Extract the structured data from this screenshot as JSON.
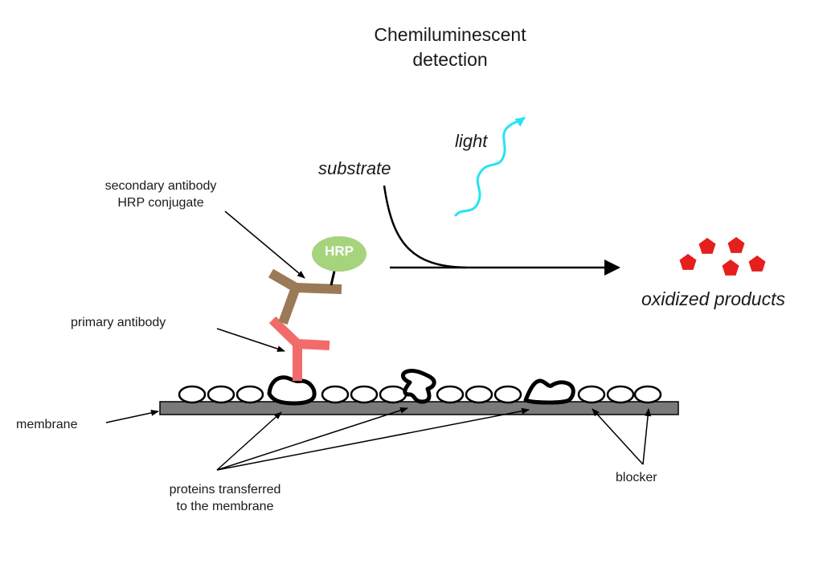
{
  "title": {
    "line1": "Chemiluminescent",
    "line2": "detection"
  },
  "labels": {
    "secondary_line1": "secondary antibody",
    "secondary_line2": "HRP conjugate",
    "primary": "primary antibody",
    "membrane": "membrane",
    "proteins_line1": "proteins transferred",
    "proteins_line2": "to the membrane",
    "blocker": "blocker",
    "substrate": "substrate",
    "light": "light",
    "oxidized": "oxidized products",
    "hrp": "HRP"
  },
  "colors": {
    "membrane_fill": "#7a7a7a",
    "secondary_antibody": "#9b7a58",
    "primary_antibody": "#f26b6b",
    "hrp_fill": "#a6d47d",
    "light": "#27e3f0",
    "oxidized_products": "#e51e1e",
    "outline": "#000000"
  }
}
